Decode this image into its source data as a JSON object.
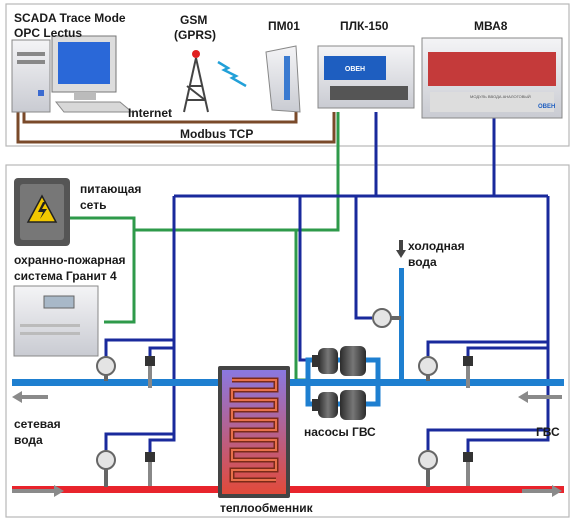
{
  "labels": {
    "scada": "SCADA Trace Mode",
    "opc": "OPC Lectus",
    "gsm": "GSM",
    "gprs": "(GPRS)",
    "pm01": "ПМ01",
    "plc": "ПЛК-150",
    "mva": "МВА8",
    "internet": "Internet",
    "modbus": "Modbus TCP",
    "power_line1": "питающая",
    "power_line2": "сеть",
    "fire_line1": "охранно-пожарная",
    "fire_line2": "система Гранит 4",
    "cold_line1": "холодная",
    "cold_line2": "вода",
    "network_line1": "сетевая",
    "network_line2": "вода",
    "pumps": "насосы ГВС",
    "hws": "ГВС",
    "exchanger": "теплообменник",
    "plc_badge": "ОВЕН",
    "mva_badge": "ОВЕН",
    "mva_caption": "МОДУЛЬ ВВОДА АНАЛОГОВЫЙ"
  },
  "colors": {
    "pipe_blue": "#1e7fd0",
    "pipe_red": "#e8242c",
    "wire_navy": "#1a2a9c",
    "wire_green": "#2e9a4a",
    "wire_brown": "#7a4a2a",
    "exchanger_fill": "#7a6bd0",
    "coil": "#e05a3a"
  },
  "icons": {
    "computer": "computer-icon",
    "antenna": "antenna-icon",
    "lightning": "high-voltage-icon"
  }
}
